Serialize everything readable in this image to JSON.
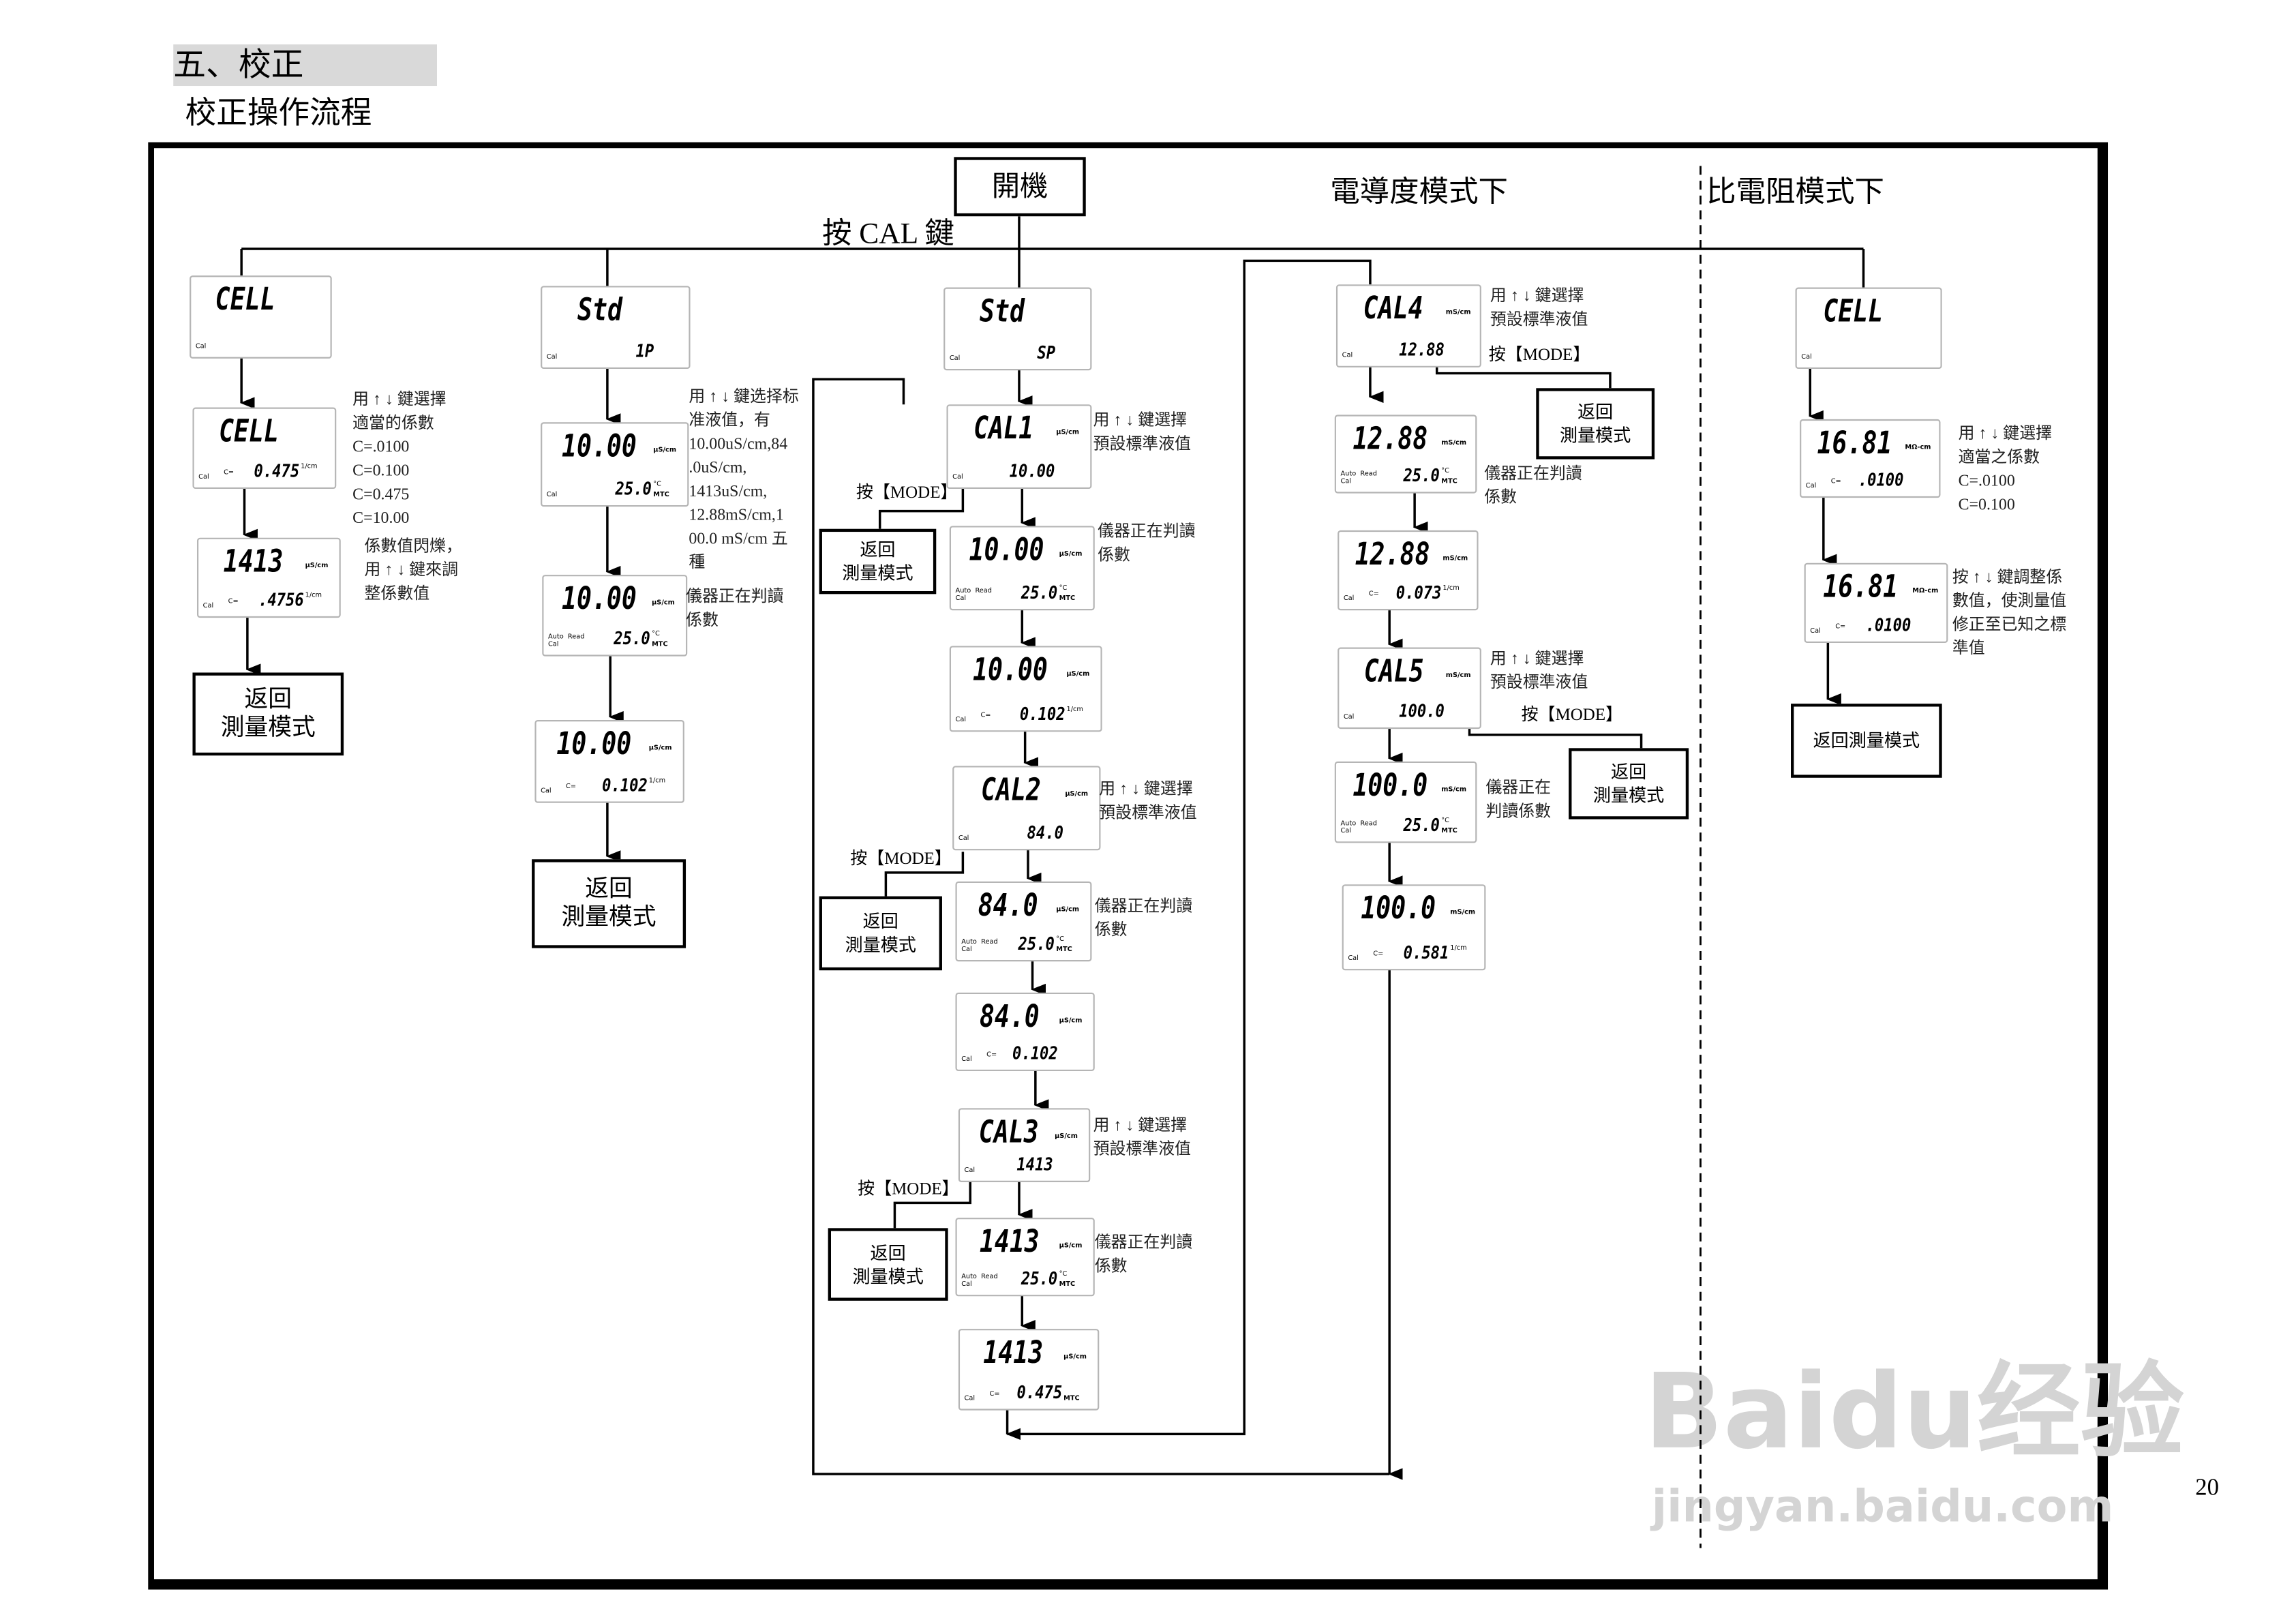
{
  "section_title": "五、校正",
  "subtitle": "校正操作流程",
  "power_on": "開機",
  "press_cal": "按 CAL 鍵",
  "conductivity_mode": "電導度模式下",
  "resistivity_mode": "比電阻模式下",
  "press_mode": "按【MODE】",
  "return_measure": [
    "返回",
    "測量模式"
  ],
  "return_measure_single": "返回測量模式",
  "page_number": "20",
  "watermark": [
    "Baidu经验",
    "jingyan.baidu.com"
  ],
  "notes": {
    "c1_select": "用 ↑ ↓ 鍵選擇\n適當的係數\nC=.0100\nC=0.100\nC=0.475\nC=10.00",
    "c1_blink": "係數值閃爍，\n用 ↑ ↓ 鍵來調\n整係數值",
    "c2_select": "用 ↑ ↓ 鍵选择标\n准液值，有\n10.00uS/cm,84\n.0uS/cm,\n1413uS/cm,\n12.88mS/cm,1\n00.0 mS/cm 五\n種",
    "reading": "儀器正在判讀\n係數",
    "preset": "用 ↑ ↓ 鍵選擇\n預設標準液值",
    "reading_split": "儀器正在\n判讀係數",
    "c5_select": "用 ↑ ↓ 鍵選擇\n適當之係數\nC=.0100\nC=0.100",
    "c5_adjust": "按 ↑ ↓ 鍵調整係\n數值，使測量值\n修正至已知之標\n準值"
  },
  "lcds": [
    {
      "main": "CELL",
      "mode": "Cal"
    },
    {
      "main": "CELL",
      "mode": "Cal",
      "prefix": "C=",
      "sub": "0.475",
      "sub_unit": "1/cm"
    },
    {
      "main": "1413",
      "unit": "µS/cm",
      "mode": "Cal",
      "prefix": "C=",
      "sub": ".4756",
      "sub_unit": "1/cm"
    },
    {
      "main": "Std",
      "mode": "Cal",
      "sub": "1P"
    },
    {
      "main": "10.00",
      "unit": "µS/cm",
      "mode": "Cal",
      "sub": "25.0",
      "sub_unit": "°C",
      "tag": "MTC"
    },
    {
      "main": "10.00",
      "unit": "µS/cm",
      "mode": "Auto  Read\nCal",
      "sub": "25.0",
      "sub_unit": "°C",
      "tag": "MTC"
    },
    {
      "main": "10.00",
      "unit": "µS/cm",
      "mode": "Cal",
      "prefix": "C=",
      "sub": "0.102",
      "sub_unit": "1/cm"
    },
    {
      "main": "Std",
      "mode": "Cal",
      "sub": "SP"
    },
    {
      "main": "CAL1",
      "unit": "µS/cm",
      "mode": "Cal",
      "sub": "10.00"
    },
    {
      "main": "10.00",
      "unit": "µS/cm",
      "mode": "Auto  Read\nCal",
      "sub": "25.0",
      "sub_unit": "°C",
      "tag": "MTC"
    },
    {
      "main": "10.00",
      "unit": "µS/cm",
      "mode": "Cal",
      "prefix": "C=",
      "sub": "0.102",
      "sub_unit": "1/cm"
    },
    {
      "main": "CAL2",
      "unit": "µS/cm",
      "mode": "Cal",
      "sub": "84.0"
    },
    {
      "main": "84.0",
      "unit": "µS/cm",
      "mode": "Auto  Read\nCal",
      "sub": "25.0",
      "sub_unit": "°C",
      "tag": "MTC"
    },
    {
      "main": "84.0",
      "unit": "µS/cm",
      "mode": "Cal",
      "prefix": "C=",
      "sub": "0.102"
    },
    {
      "main": "CAL3",
      "unit": "µS/cm",
      "mode": "Cal",
      "sub": "1413"
    },
    {
      "main": "1413",
      "unit": "µS/cm",
      "mode": "Auto  Read\nCal",
      "sub": "25.0",
      "sub_unit": "°C",
      "tag": "MTC"
    },
    {
      "main": "1413",
      "unit": "µS/cm",
      "mode": "Cal",
      "prefix": "C=",
      "sub": "0.475",
      "tag": "MTC"
    },
    {
      "main": "CAL4",
      "unit": "mS/cm",
      "mode": "Cal",
      "sub": "12.88"
    },
    {
      "main": "12.88",
      "unit": "mS/cm",
      "mode": "Auto  Read\nCal",
      "sub": "25.0",
      "sub_unit": "°C",
      "tag": "MTC"
    },
    {
      "main": "12.88",
      "unit": "mS/cm",
      "mode": "Cal",
      "prefix": "C=",
      "sub": "0.073",
      "sub_unit": "1/cm"
    },
    {
      "main": "CAL5",
      "unit": "mS/cm",
      "mode": "Cal",
      "sub": "100.0"
    },
    {
      "main": "100.0",
      "unit": "mS/cm",
      "mode": "Auto  Read\nCal",
      "sub": "25.0",
      "sub_unit": "°C",
      "tag": "MTC"
    },
    {
      "main": "100.0",
      "unit": "mS/cm",
      "mode": "Cal",
      "prefix": "C=",
      "sub": "0.581",
      "sub_unit": "1/cm"
    },
    {
      "main": "CELL",
      "mode": "Cal"
    },
    {
      "main": "16.81",
      "unit": "MΩ-cm",
      "mode": "Cal",
      "prefix": "C=",
      "sub": ".0100"
    },
    {
      "main": "16.81",
      "unit": "MΩ-cm",
      "mode": "Cal",
      "prefix": "C=",
      "sub": ".0100"
    }
  ]
}
